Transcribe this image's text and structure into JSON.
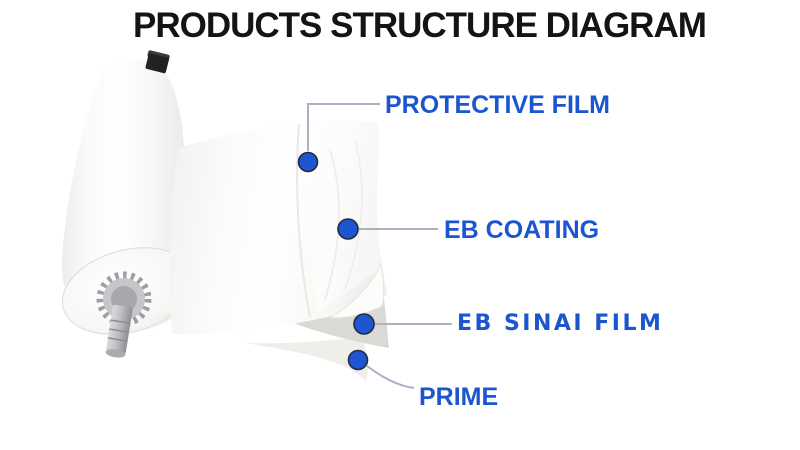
{
  "title": "PRODUCTS STRUCTURE DIAGRAM",
  "colors": {
    "label_blue": "#1b55cf",
    "dot_blue": "#1d56d0",
    "dot_rim": "#232c3f",
    "connector_gray": "#aab1c2",
    "title_color": "#141414"
  },
  "callouts": [
    {
      "label": "PROTECTIVE FILM"
    },
    {
      "label": "EB COATING"
    },
    {
      "label": "EB SINAI FILM"
    },
    {
      "label": "PRIME"
    }
  ]
}
